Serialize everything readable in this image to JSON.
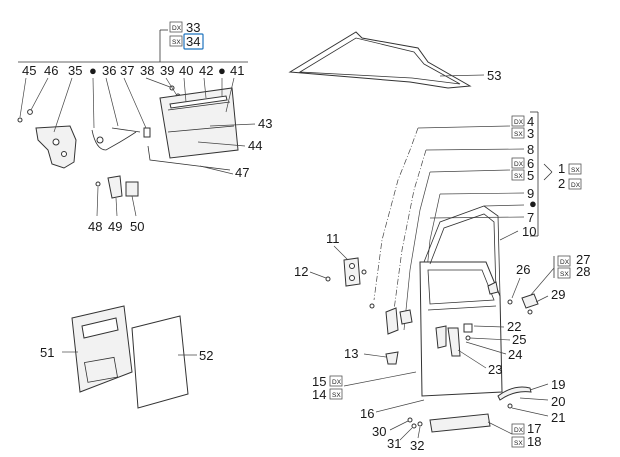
{
  "colors": {
    "line": "#333333",
    "highlight": "#1e73be",
    "text": "#1a1a1a"
  },
  "tags": {
    "dx": "DX",
    "sx": "SX"
  },
  "dot": "●",
  "labels": {
    "p1": "1",
    "p2": "2",
    "p3": "3",
    "p4": "4",
    "p5": "5",
    "p6": "6",
    "p7": "7",
    "p8": "8",
    "p9": "9",
    "p10": "10",
    "p11": "11",
    "p12": "12",
    "p13": "13",
    "p14": "14",
    "p15": "15",
    "p16": "16",
    "p17": "17",
    "p18": "18",
    "p19": "19",
    "p20": "20",
    "p21": "21",
    "p22": "22",
    "p23": "23",
    "p24": "24",
    "p25": "25",
    "p26": "26",
    "p27": "27",
    "p28": "28",
    "p29": "29",
    "p30": "30",
    "p31": "31",
    "p32": "32",
    "p33": "33",
    "p34": "34",
    "p35": "35",
    "p36": "36",
    "p37": "37",
    "p38": "38",
    "p39": "39",
    "p40": "40",
    "p41": "41",
    "p42": "42",
    "p43": "43",
    "p44": "44",
    "p45": "45",
    "p46": "46",
    "p47": "47",
    "p48": "48",
    "p49": "49",
    "p50": "50",
    "p51": "51",
    "p52": "52",
    "p53": "53"
  }
}
